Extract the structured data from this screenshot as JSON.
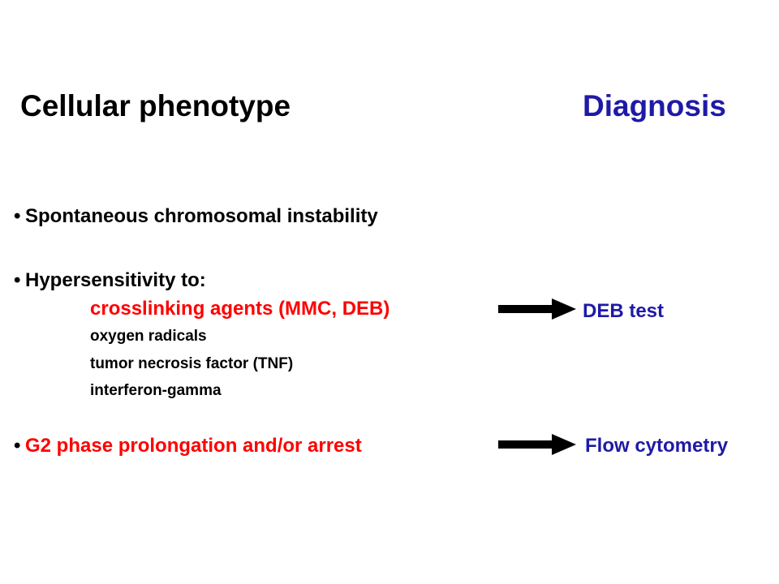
{
  "colors": {
    "text": "#000000",
    "red": "#ff0000",
    "blue": "#1f1aa6"
  },
  "headings": {
    "left": "Cellular phenotype",
    "right": "Diagnosis"
  },
  "bullet_symbol": "•",
  "phenotypes": {
    "spontaneous": "Spontaneous chromosomal instability",
    "hypersensitivity": "Hypersensitivity to:",
    "agents": [
      "crosslinking agents (MMC, DEB)",
      "oxygen radicals",
      "tumor necrosis factor (TNF)",
      "interferon-gamma"
    ],
    "g2": "G2 phase prolongation and/or arrest"
  },
  "diagnoses": {
    "deb": "DEB test",
    "flow": "Flow cytometry"
  },
  "icons": {
    "arrow": "right-arrow-icon"
  }
}
